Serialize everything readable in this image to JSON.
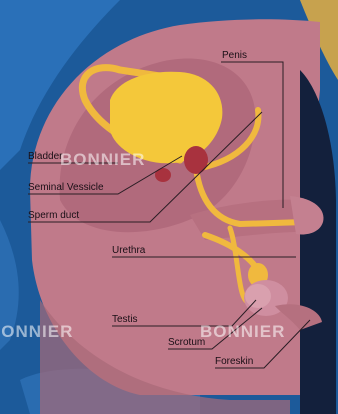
{
  "diagram": {
    "labels": {
      "penis": "Penis",
      "bladder": "Bladder",
      "seminal_vesicle": "Seminal Vessicle",
      "sperm_duct": "Sperm duct",
      "urethra": "Urethra",
      "testis": "Testis",
      "scrotum": "Scrotum",
      "foreskin": "Foreskin"
    },
    "watermark": "BONNIER"
  },
  "colors": {
    "background_blue": "#1c5a9a",
    "body_pink": "#c07a8a",
    "bladder_yellow": "#f4c83a",
    "duct_yellow": "#f0b93e",
    "vesicle_red": "#a8323e",
    "leader_line": "#2a1d24"
  }
}
